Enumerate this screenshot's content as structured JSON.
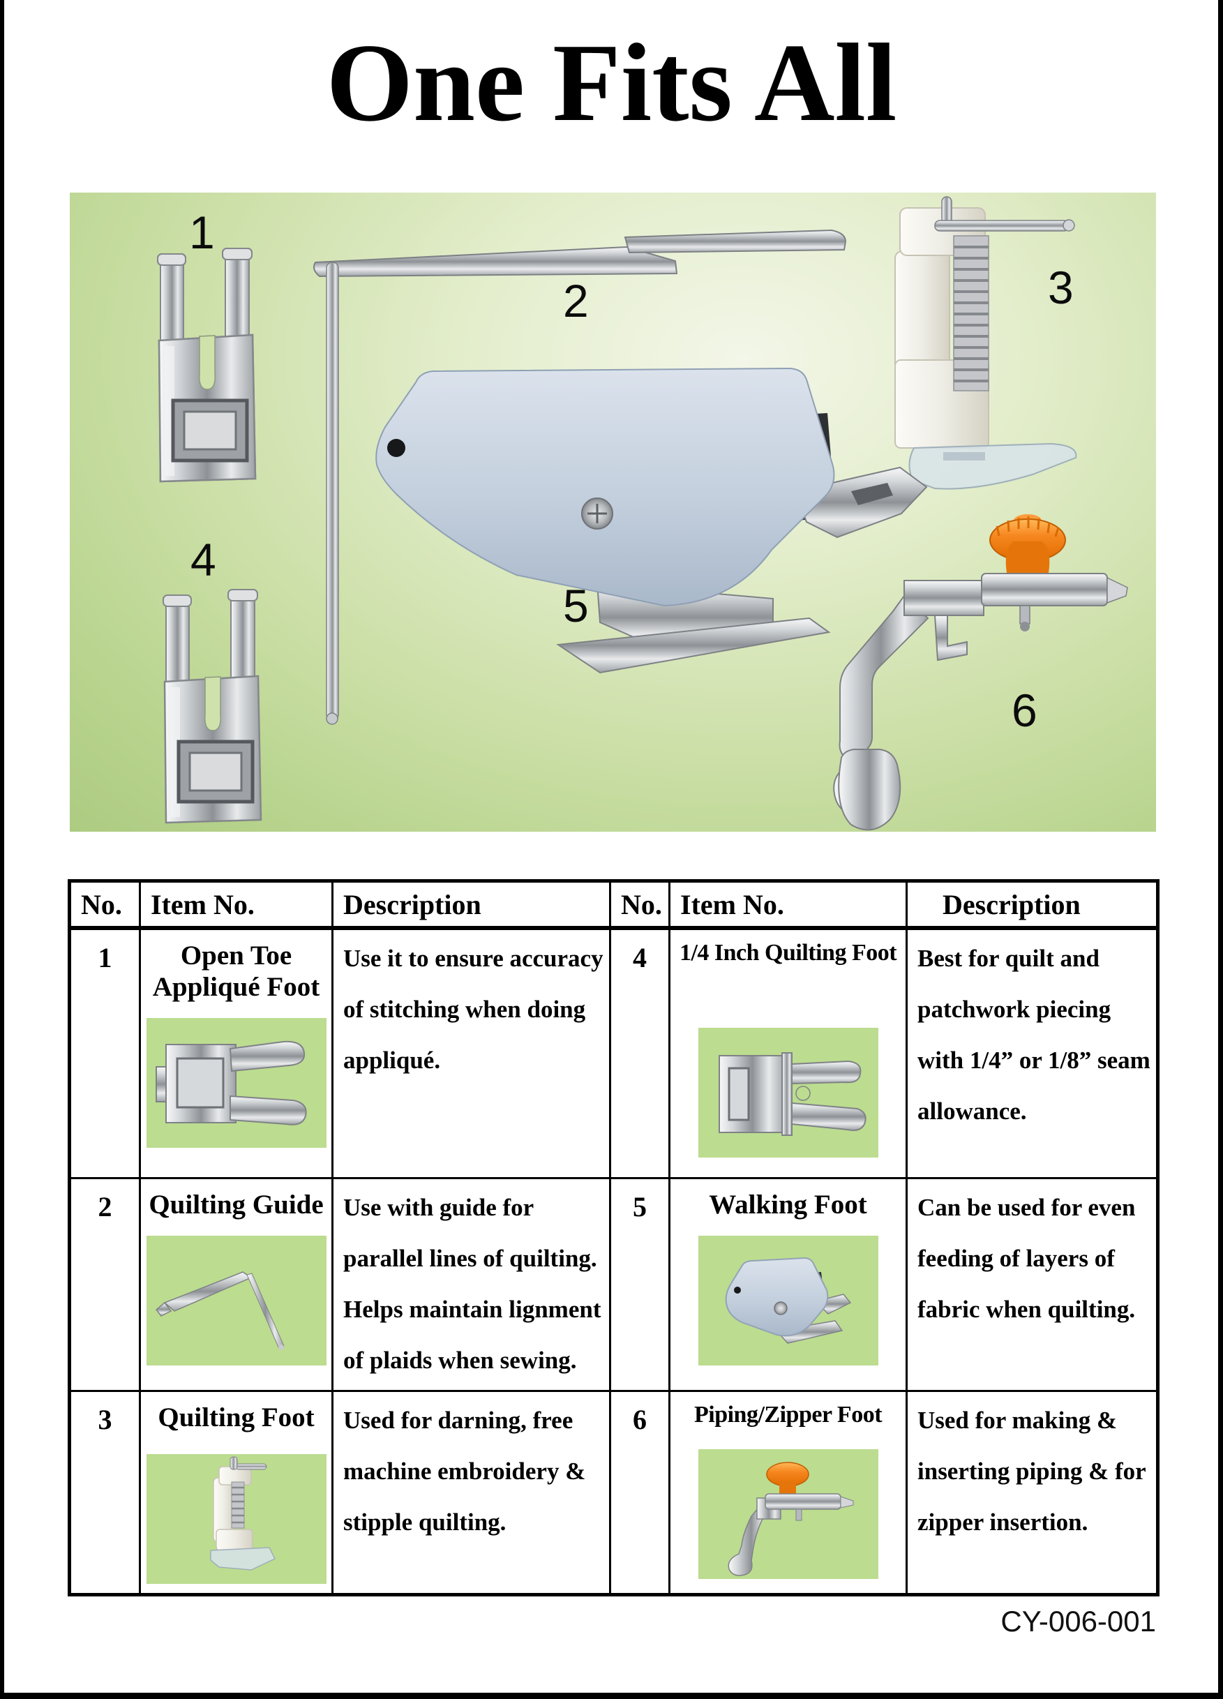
{
  "title": "One Fits All",
  "figure": {
    "labels": [
      "1",
      "2",
      "3",
      "4",
      "5",
      "6"
    ]
  },
  "table": {
    "headers": [
      "No.",
      "Item No.",
      "Description",
      "No.",
      "Item No.",
      "Description"
    ],
    "rows": [
      {
        "left": {
          "no": "1",
          "item": "Open Toe\nAppliqué Foot",
          "desc": "Use it to ensure accuracy\nof stitching when doing\nappliqué."
        },
        "right": {
          "no": "4",
          "item": "1/4 Inch Quilting Foot",
          "desc": "Best for quilt and\npatchwork piecing\nwith 1/4” or 1/8” seam\nallowance."
        }
      },
      {
        "left": {
          "no": "2",
          "item": "Quilting Guide",
          "desc": "Use with guide for\nparallel lines of quilting.\nHelps maintain lignment\nof plaids when sewing."
        },
        "right": {
          "no": "5",
          "item": "Walking Foot",
          "desc": "Can be used for even\nfeeding of layers of\nfabric when quilting."
        }
      },
      {
        "left": {
          "no": "3",
          "item": "Quilting Foot",
          "desc": "Used for darning, free\nmachine embroidery &\nstipple quilting."
        },
        "right": {
          "no": "6",
          "item": "Piping/Zipper Foot",
          "desc": "Used for making &\ninserting piping & for\nzipper insertion."
        }
      }
    ]
  },
  "footer": {
    "code": "CY-006-001"
  },
  "colors": {
    "panel_green": "#c6dda0",
    "thumb_green": "#bcdc90",
    "accent_orange": "#f6861f",
    "walking_foot_gray_blue": "#c3cfdd"
  }
}
